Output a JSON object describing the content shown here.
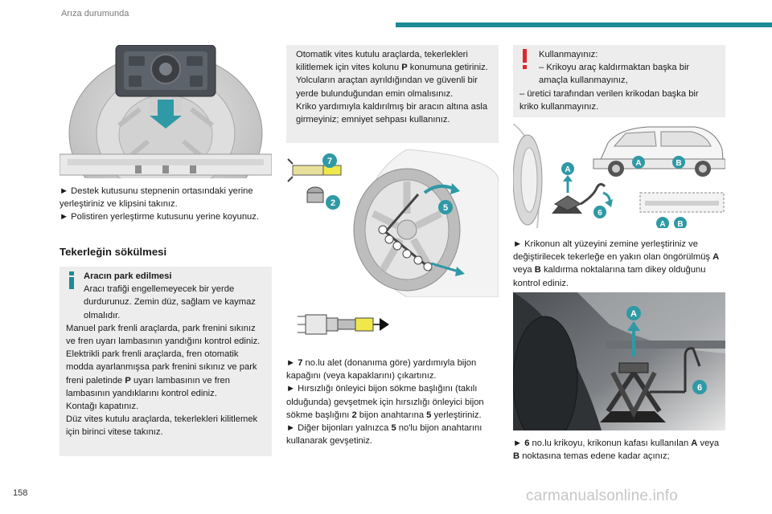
{
  "header": {
    "title": "Arıza durumunda",
    "accent": "#1c8b96"
  },
  "page_number": "158",
  "watermark": "carmanualsonline.info",
  "col1": {
    "p1a": "► Destek kutusunu stepnenin ortasındaki yerine yerleştiriniz ve klipsini takınız.",
    "p1b": "► Polistiren yerleştirme kutusunu yerine koyunuz.",
    "section_title": "Tekerleğin sökülmesi",
    "info_title": "Aracın park edilmesi",
    "info_lines": [
      "Aracı trafiği engellemeyecek bir yerde durdurunuz. Zemin düz, sağlam ve kaymaz olmalıdır.",
      "Manuel park frenli araçlarda, park frenini sıkınız ve fren uyarı lambasının yandığını kontrol ediniz.",
      "Elektrikli park frenli araçlarda, fren otomatik modda ayarlanmışsa park frenini sıkınız ve park freni paletinde ",
      "P",
      " uyarı lambasının ve fren lambasının yandıklarını kontrol ediniz.",
      "Kontağı kapatınız.",
      "Düz vites kutulu araçlarda, tekerlekleri kilitlemek için birinci vitese takınız."
    ]
  },
  "col2": {
    "box_a": "Otomatik vites kutulu araçlarda, tekerlekleri kilitlemek için vites kolunu ",
    "box_b": "P",
    "box_c": " konumuna getiriniz.",
    "box_d": "Yolcuların araçtan ayrıldığından ve güvenli bir yerde bulunduğundan emin olmalısınız.",
    "box_e": "Kriko yardımıyla kaldırılmış bir aracın altına asla girmeyiniz; emniyet sehpası kullanınız.",
    "labels": {
      "seven": "7",
      "two": "2",
      "five": "5"
    },
    "s1a": "► ",
    "s1b": "7",
    "s1c": " no.lu alet (donanıma göre) yardımıyla bijon kapağını (veya kapaklarını) çıkartınız.",
    "s2a": "► Hırsızlığı önleyici bijon sökme başlığını (takılı olduğunda) gevşetmek için hırsızlığı önleyici bijon sökme başlığını ",
    "s2b": "2",
    "s2c": " bijon anahtarına ",
    "s2d": "5",
    "s2e": " yerleştiriniz.",
    "s3a": "► Diğer bijonları yalnızca ",
    "s3b": "5",
    "s3c": " no'lu bijon anahtarını kullanarak gevşetiniz."
  },
  "col3": {
    "warn_title": "Kullanmayınız:",
    "warn_l1": "– Krikoyu araç kaldırmaktan başka bir amaçla kullanmayınız,",
    "warn_l2": "– üretici tarafından verilen krikodan başka bir kriko kullanmayınız.",
    "labels": {
      "a": "A",
      "b": "B",
      "six": "6"
    },
    "p1a": "► Krikonun alt yüzeyini zemine yerleştiriniz ve değiştirilecek tekerleğe en yakın olan öngörülmüş ",
    "p1b": "A",
    "p1c": " veya ",
    "p1d": "B",
    "p1e": " kaldırma noktalarına tam dikey olduğunu kontrol ediniz.",
    "p2a": "► ",
    "p2b": "6",
    "p2c": " no.lu krikoyu, krikonun kafası kullanılan ",
    "p2d": "A",
    "p2e": " veya ",
    "p2f": "B",
    "p2g": " noktasına temas edene kadar açınız;"
  }
}
